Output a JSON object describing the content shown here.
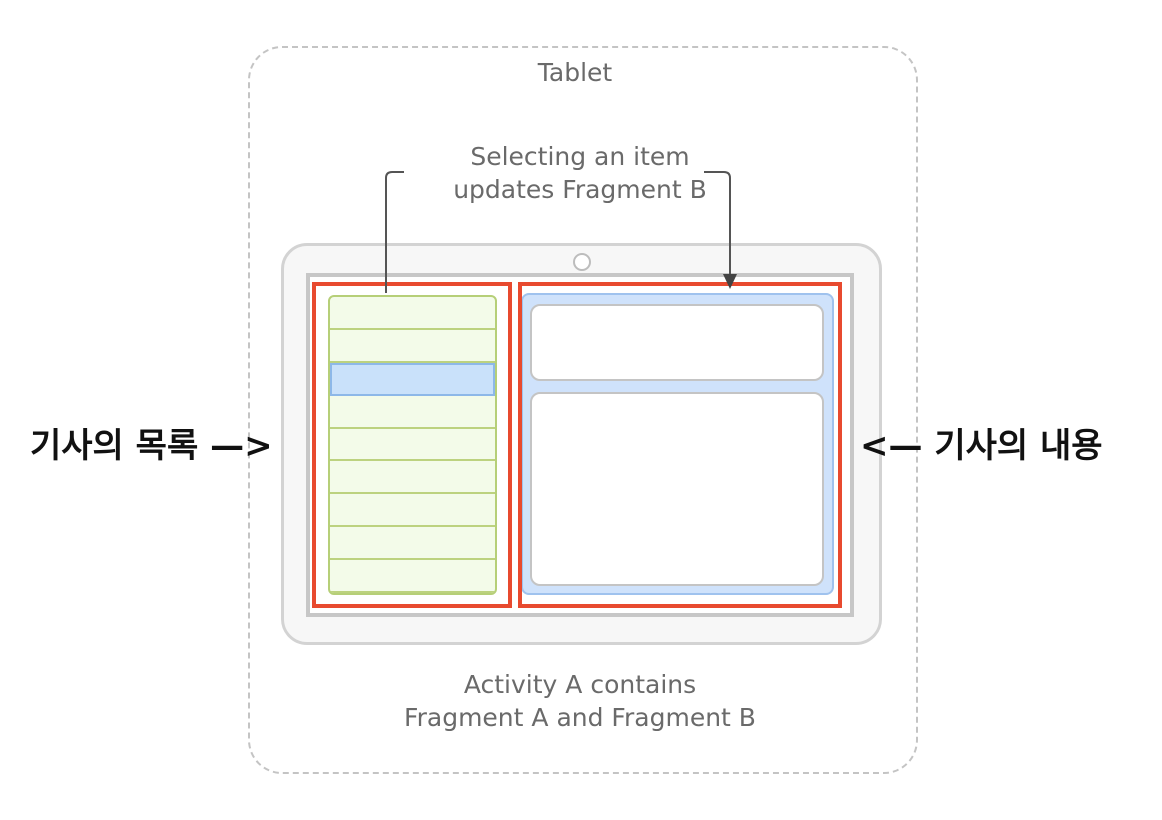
{
  "diagram": {
    "tablet_title": "Tablet",
    "select_caption_line1": "Selecting an item",
    "select_caption_line2": "updates Fragment B",
    "activity_caption_line1": "Activity A contains",
    "activity_caption_line2": "Fragment A and Fragment B",
    "left_annotation": "기사의 목록 —>",
    "right_annotation": "<— 기사의 내용",
    "list_rows": 9,
    "selected_row_index": 2,
    "colors": {
      "highlight": "#e84a2f",
      "fragment_a_fill": "#f3fbe9",
      "fragment_a_border": "#b6cf78",
      "fragment_b_fill": "#cfe2fb",
      "selected_row_fill": "#c9e1fa"
    }
  }
}
